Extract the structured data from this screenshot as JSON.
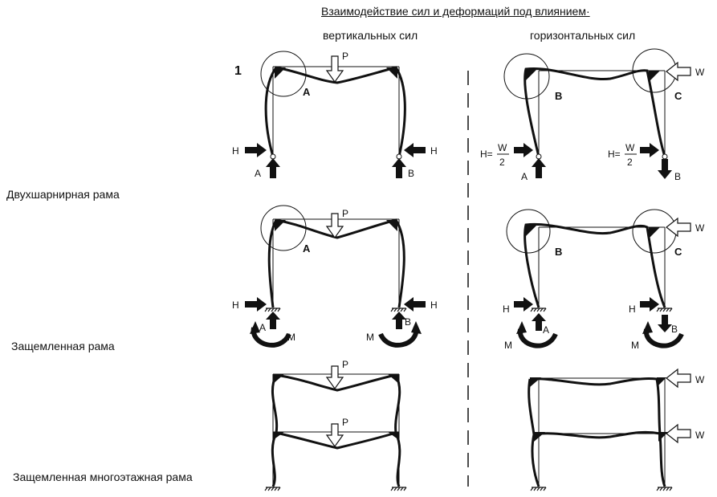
{
  "header": {
    "title": "Взаимодействие сил и деформаций под влиянием·",
    "col_vertical": "вертикальных сил",
    "col_horizontal": "горизонтальных сил"
  },
  "rows": {
    "two_hinged": "Двухшарнирная рама",
    "fixed": "Защемленная рама",
    "multistory": "Защемленная многоэтажная рама"
  },
  "figure_number": "1",
  "labels": {
    "P": "P",
    "H": "H",
    "A": "A",
    "B": "B",
    "C": "C",
    "M": "M",
    "W": "W",
    "H_eq": "H=",
    "H_eq2": "H=",
    "W2": "W",
    "two": "2"
  }
}
